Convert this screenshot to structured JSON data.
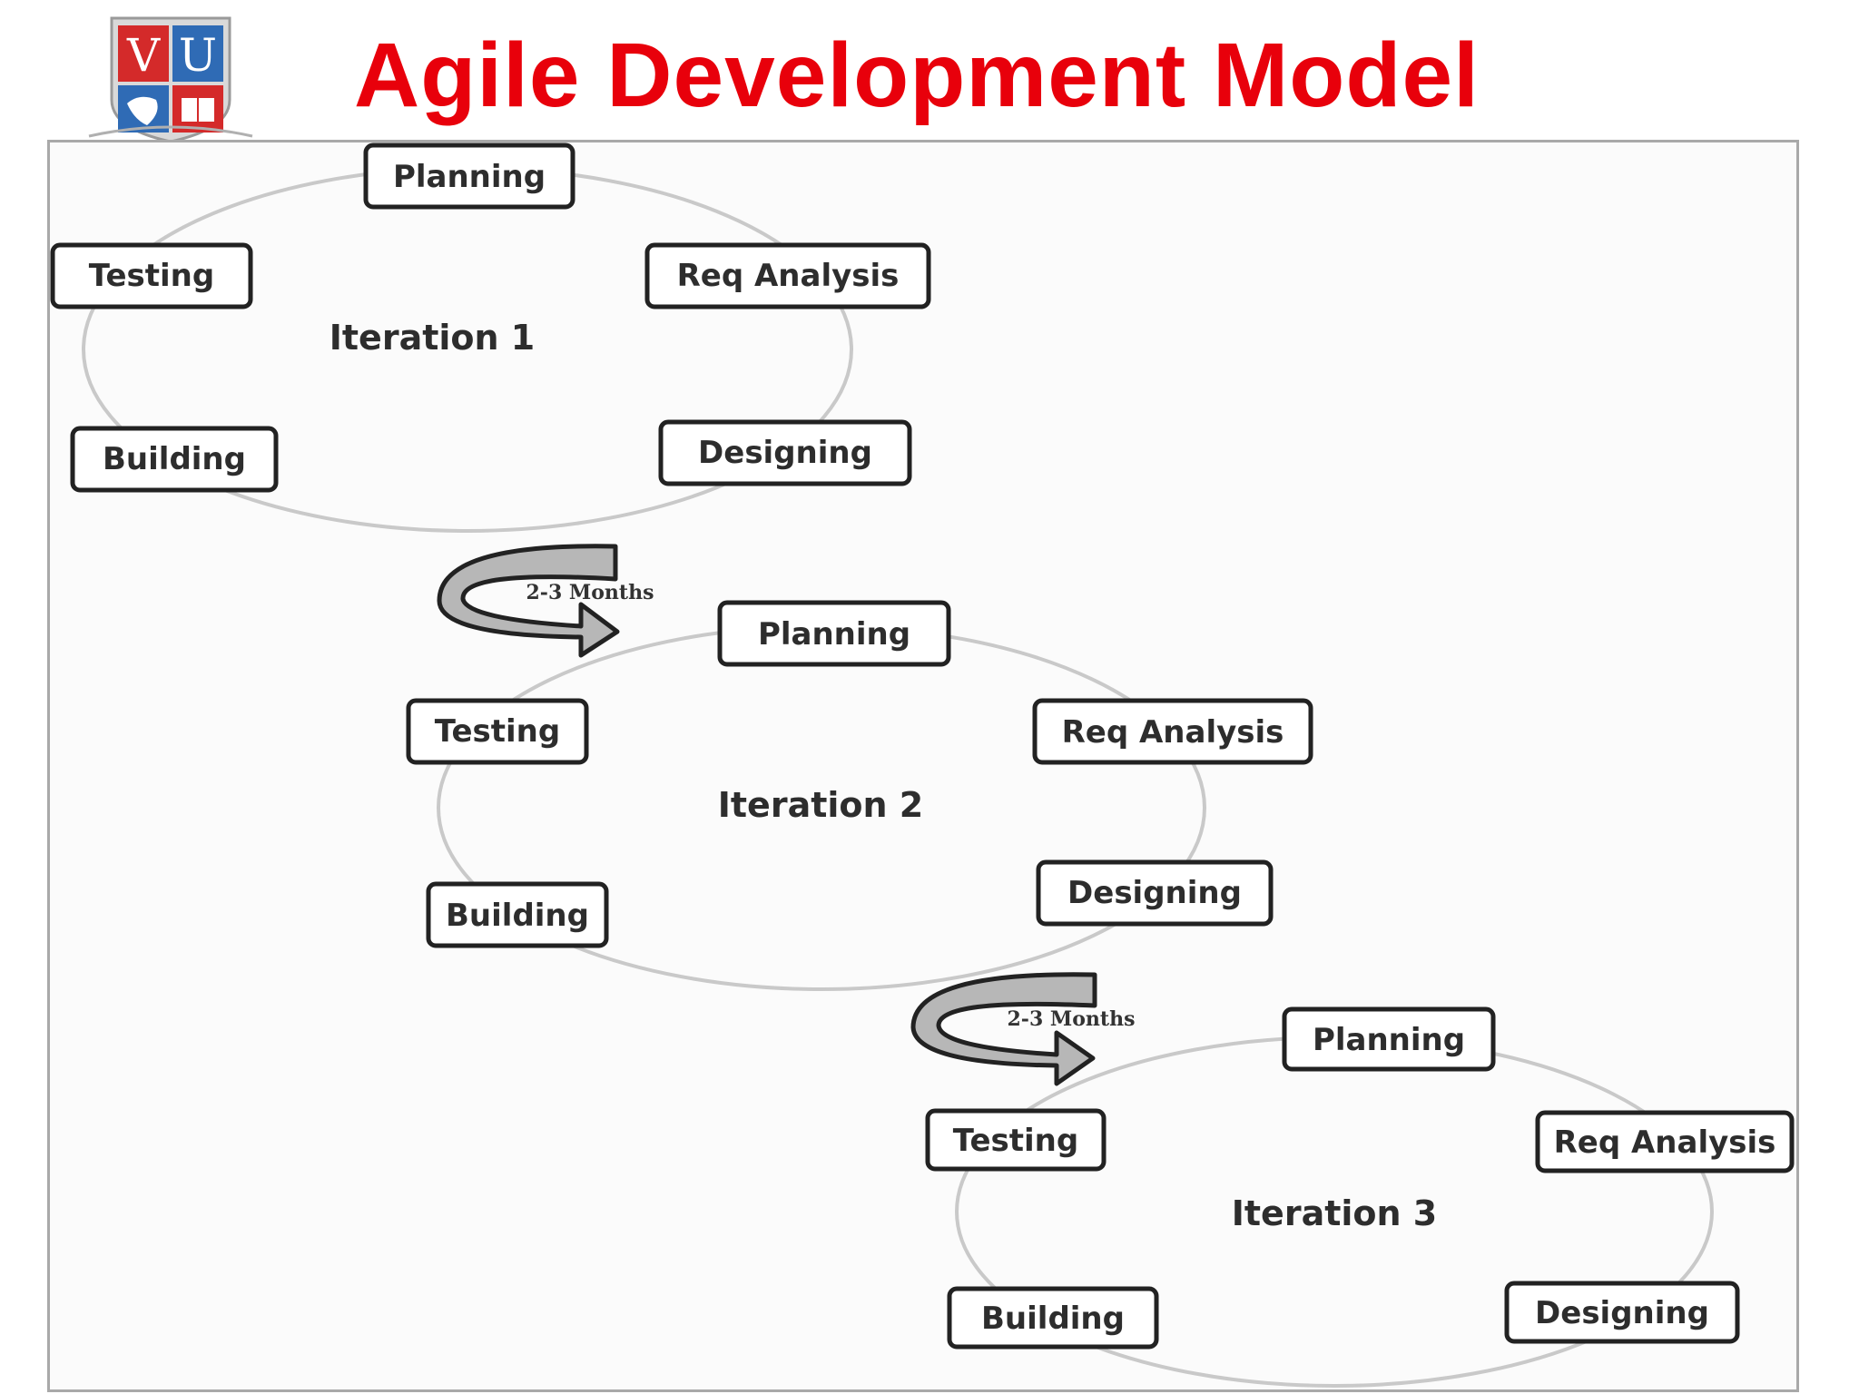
{
  "title": "Agile Development Model",
  "logo": {
    "letters": [
      "V",
      "U"
    ]
  },
  "colors": {
    "title": "#e8000b",
    "shield_red": "#d42a2a",
    "shield_blue": "#2f6bb5",
    "box_border": "#222222",
    "arrow_fill": "#b7b7b7",
    "cycle_line": "#c9c9c9"
  },
  "iterations": [
    {
      "name": "Iteration 1",
      "phases": {
        "planning": "Planning",
        "req_analysis": "Req Analysis",
        "designing": "Designing",
        "building": "Building",
        "testing": "Testing"
      }
    },
    {
      "name": "Iteration 2",
      "phases": {
        "planning": "Planning",
        "req_analysis": "Req Analysis",
        "designing": "Designing",
        "building": "Building",
        "testing": "Testing"
      }
    },
    {
      "name": "Iteration 3",
      "phases": {
        "planning": "Planning",
        "req_analysis": "Req Analysis",
        "designing": "Designing",
        "building": "Building",
        "testing": "Testing"
      }
    }
  ],
  "transitions": [
    {
      "label": "2-3 Months"
    },
    {
      "label": "2-3 Months"
    }
  ]
}
